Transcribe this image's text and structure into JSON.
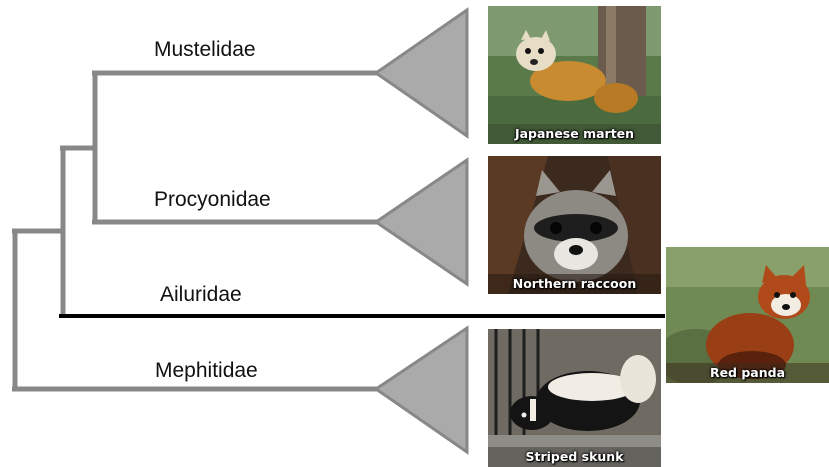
{
  "clades": {
    "mustelidae": {
      "label": "Mustelidae"
    },
    "procyonidae": {
      "label": "Procyonidae"
    },
    "ailuridae": {
      "label": "Ailuridae"
    },
    "mephitidae": {
      "label": "Mephitidae"
    }
  },
  "photos": {
    "marten": {
      "caption": "Japanese marten"
    },
    "raccoon": {
      "caption": "Northern raccoon"
    },
    "red_panda": {
      "caption": "Red panda"
    },
    "skunk": {
      "caption": "Striped skunk"
    }
  },
  "colors": {
    "branch": "#888888",
    "collapsed_clade": "#aaaaaa",
    "ailuridae_branch": "#000000"
  }
}
